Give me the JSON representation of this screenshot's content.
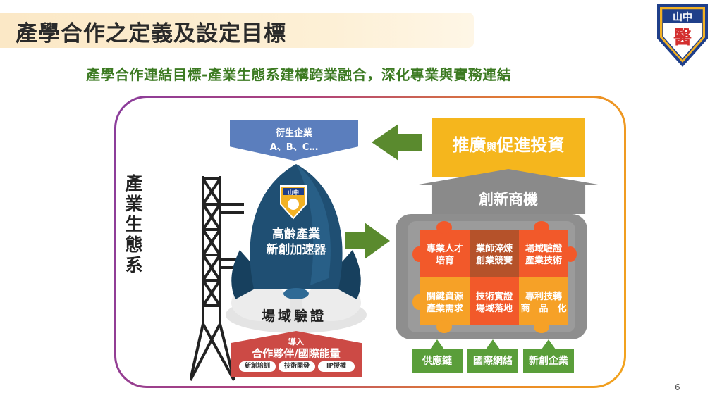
{
  "header": {
    "title": "產學合作之定義及設定目標",
    "subtitle": "產學合作連結目標-產業生態系建構跨業融合，深化專業與實務連結"
  },
  "logo": {
    "text": "山中",
    "glyph": "醫"
  },
  "ecosystem_label": "產業生態系",
  "spinoff": {
    "title": "衍生企業",
    "subtitle": "A、B、C…"
  },
  "rocket": {
    "logo_text": "山中",
    "name_line1": "高齡產業",
    "name_line2": "新創加速器",
    "field_label": "場域驗證"
  },
  "partner": {
    "intro": "導入",
    "title": "合作夥伴/國際能量",
    "pills": [
      "新創培訓",
      "技術開發",
      "IP授權"
    ]
  },
  "investment": {
    "part1": "推廣",
    "joiner": "與",
    "part2": "促進投資"
  },
  "opportunity": "創新商機",
  "puzzle": {
    "cells": [
      {
        "l1": "專業人才",
        "l2": "培育"
      },
      {
        "l1": "業師淬煉",
        "l2": "創業競賽"
      },
      {
        "l1": "場域驗證",
        "l2": "產業技術"
      },
      {
        "l1": "關鍵資源",
        "l2": "產業需求"
      },
      {
        "l1": "技術實證",
        "l2": "場域落地"
      },
      {
        "l1": "專利技轉",
        "l2": "商　品　化"
      }
    ]
  },
  "outputs": [
    "供應鏈",
    "國際網絡",
    "新創企業"
  ],
  "colors": {
    "title_bg": "#fbe8c6",
    "subtitle": "#3c7a22",
    "spinoff": "#5b7ebd",
    "invest": "#f5b61d",
    "puzzle_orange": "#f2592a",
    "puzzle_brown": "#b5522a",
    "puzzle_amber": "#f6a127",
    "green": "#5a9e3a",
    "partner": "#cc4a45",
    "rocket": "#1f4f73"
  },
  "page_number": "6"
}
